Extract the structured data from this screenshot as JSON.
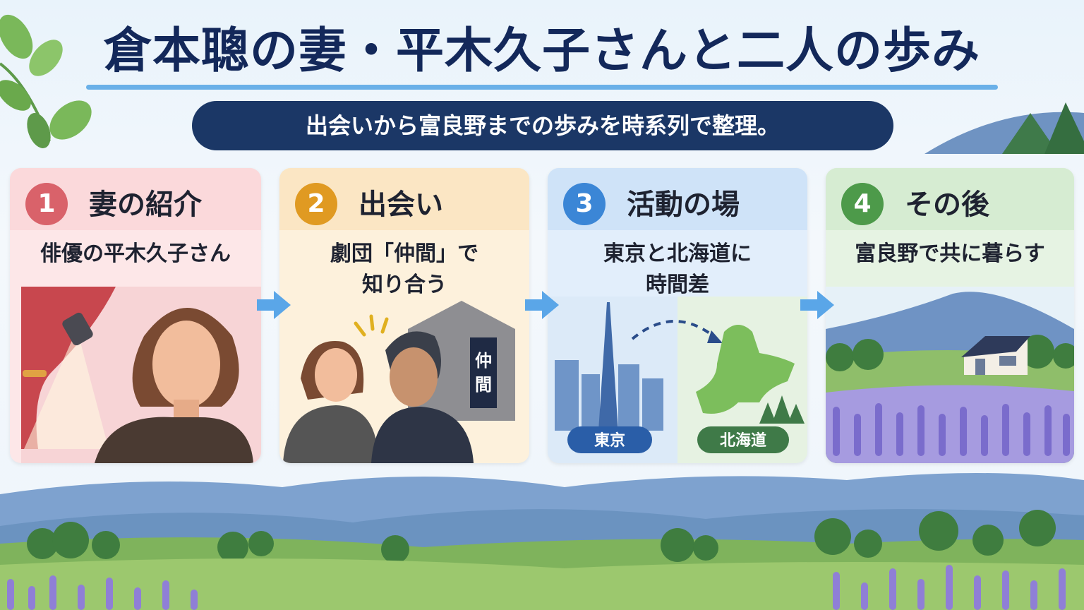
{
  "title": "倉本聰の妻・平木久子さんと二人の歩み",
  "subtitle": "出会いから富良野までの歩みを時系列で整理。",
  "colors": {
    "navy": "#1b3766",
    "accent_line": "#6ab0e8",
    "arrow": "#5aa6e8"
  },
  "steps": [
    {
      "num": "1",
      "title": "妻の紹介",
      "desc_lines": [
        "俳優の平木久子さん"
      ],
      "color": "#d9626a",
      "bg": "#fde7e8",
      "head": "#fbd9db"
    },
    {
      "num": "2",
      "title": "出会い",
      "desc_lines": [
        "劇団「仲間」で",
        "知り合う"
      ],
      "color": "#e09a22",
      "bg": "#fdf1dc",
      "head": "#fbe6c4",
      "sign": "仲間"
    },
    {
      "num": "3",
      "title": "活動の場",
      "desc_lines": [
        "東京と北海道に",
        "時間差"
      ],
      "color": "#3b86d6",
      "bg": "#e2eefb",
      "head": "#cfe3f8",
      "label_left": "東京",
      "label_right": "北海道"
    },
    {
      "num": "4",
      "title": "その後",
      "desc_lines": [
        "富良野で共に暮らす"
      ],
      "color": "#4d9a4a",
      "bg": "#e6f3e3",
      "head": "#d6ecd2"
    }
  ]
}
